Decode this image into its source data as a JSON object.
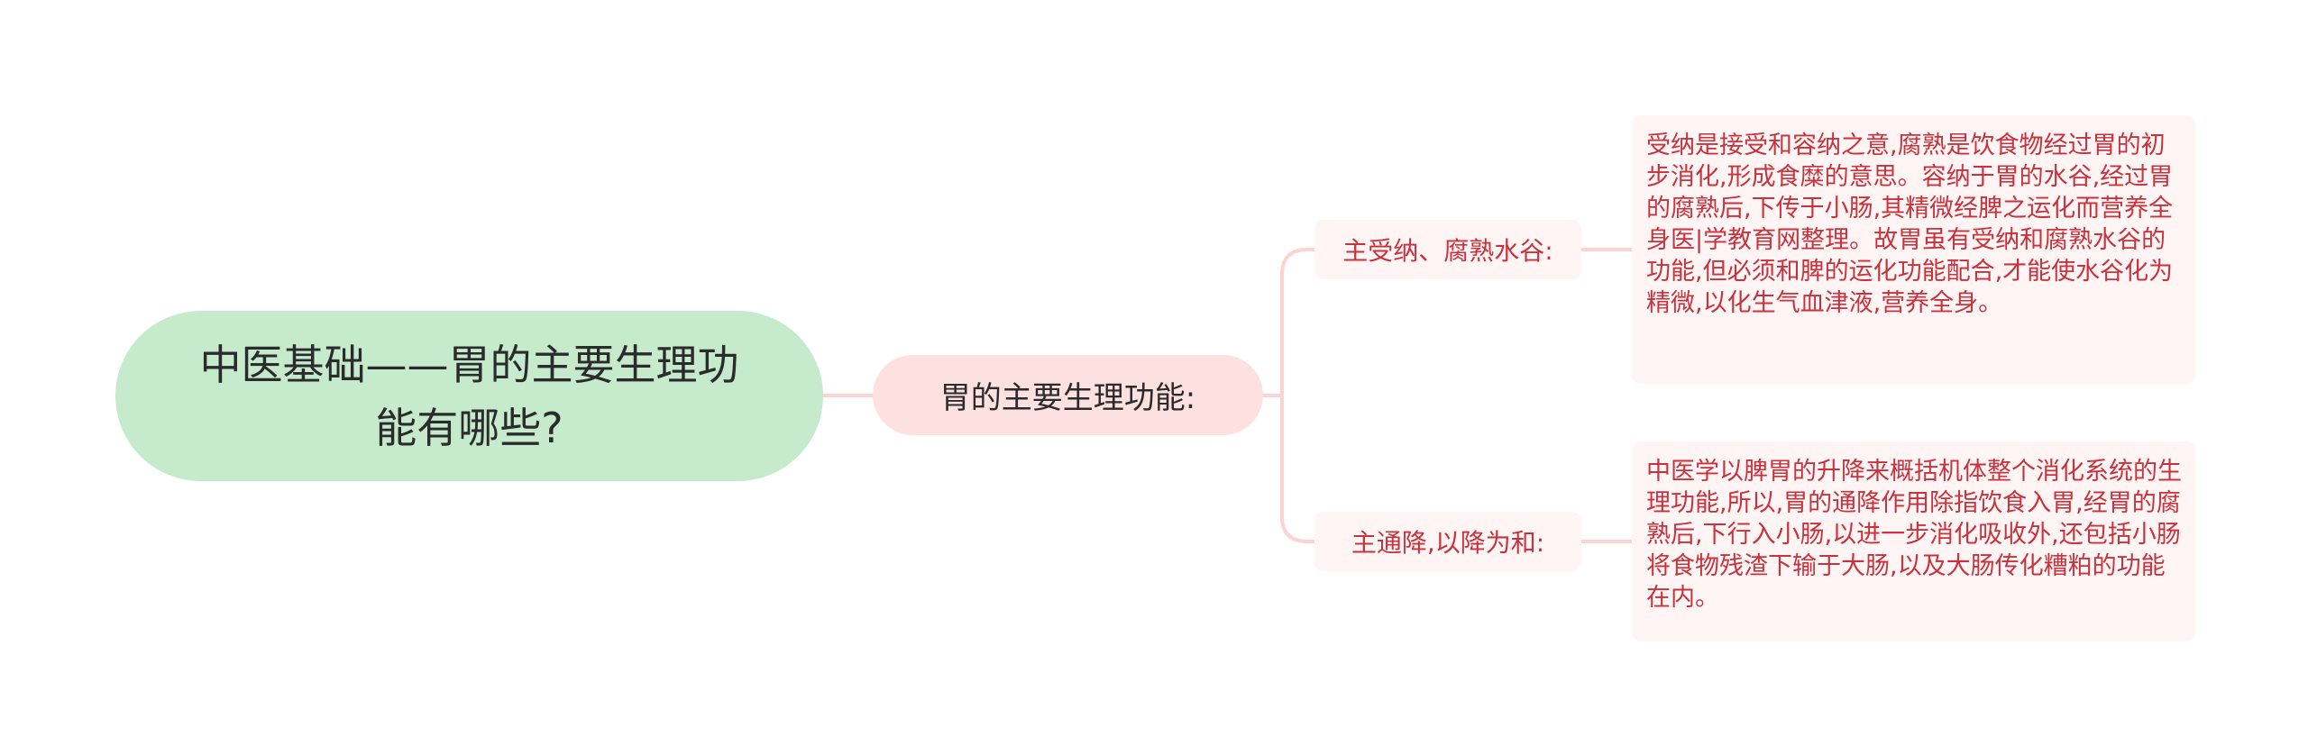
{
  "colors": {
    "root_bg": "#c5ebcc",
    "level1_bg": "#fde0e0",
    "leaf_bg": "#fff5f5",
    "leaf_text": "#c9323c",
    "connector": "#fbd3d3"
  },
  "mindmap": {
    "root": {
      "label": "中医基础——胃的主要生理功能有哪些?"
    },
    "topic": {
      "label": "胃的主要生理功能:"
    },
    "branches": [
      {
        "label": "主受纳、腐熟水谷:",
        "detail": "受纳是接受和容纳之意,腐熟是饮食物经过胃的初步消化,形成食糜的意思。容纳于胃的水谷,经过胃的腐熟后,下传于小肠,其精微经脾之运化而营养全身医|学教育网整理。故胃虽有受纳和腐熟水谷的功能,但必须和脾的运化功能配合,才能使水谷化为精微,以化生气血津液,营养全身。"
      },
      {
        "label": "主通降,以降为和:",
        "detail": "中医学以脾胃的升降来概括机体整个消化系统的生理功能,所以,胃的通降作用除指饮食入胃,经胃的腐熟后,下行入小肠,以进一步消化吸收外,还包括小肠将食物残渣下输于大肠,以及大肠传化糟粕的功能在内。"
      }
    ]
  }
}
